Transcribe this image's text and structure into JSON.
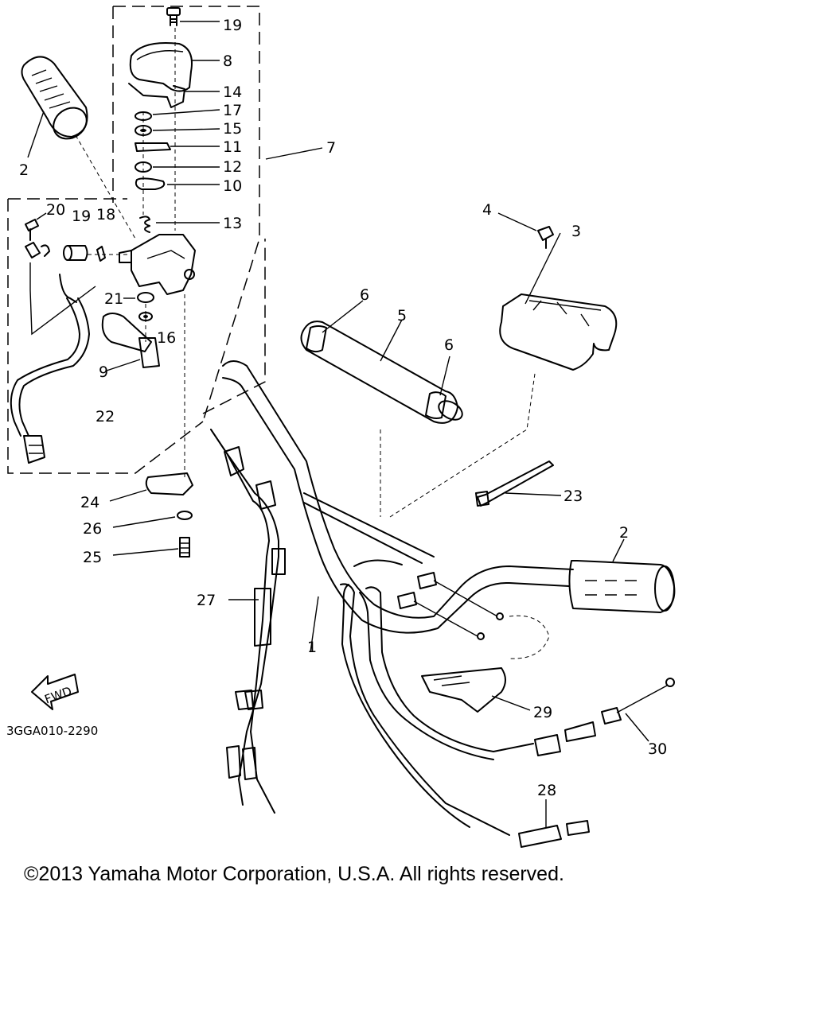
{
  "diagram": {
    "drawing_code": "3GGA010-2290",
    "direction_label": "FWD",
    "callouts": {
      "c1": "1",
      "c2a": "2",
      "c2b": "2",
      "c3": "3",
      "c4": "4",
      "c5": "5",
      "c6a": "6",
      "c6b": "6",
      "c7": "7",
      "c8": "8",
      "c9": "9",
      "c10": "10",
      "c11": "11",
      "c12": "12",
      "c13": "13",
      "c14": "14",
      "c15": "15",
      "c16": "16",
      "c17": "17",
      "c18": "18",
      "c19a": "19",
      "c19b": "19",
      "c20": "20",
      "c21": "21",
      "c22": "22",
      "c23": "23",
      "c24": "24",
      "c25": "25",
      "c26": "26",
      "c27": "27",
      "c28": "28",
      "c29": "29",
      "c30": "30"
    }
  },
  "footer": {
    "copyright": "©2013 Yamaha Motor Corporation, U.S.A. All rights reserved."
  }
}
